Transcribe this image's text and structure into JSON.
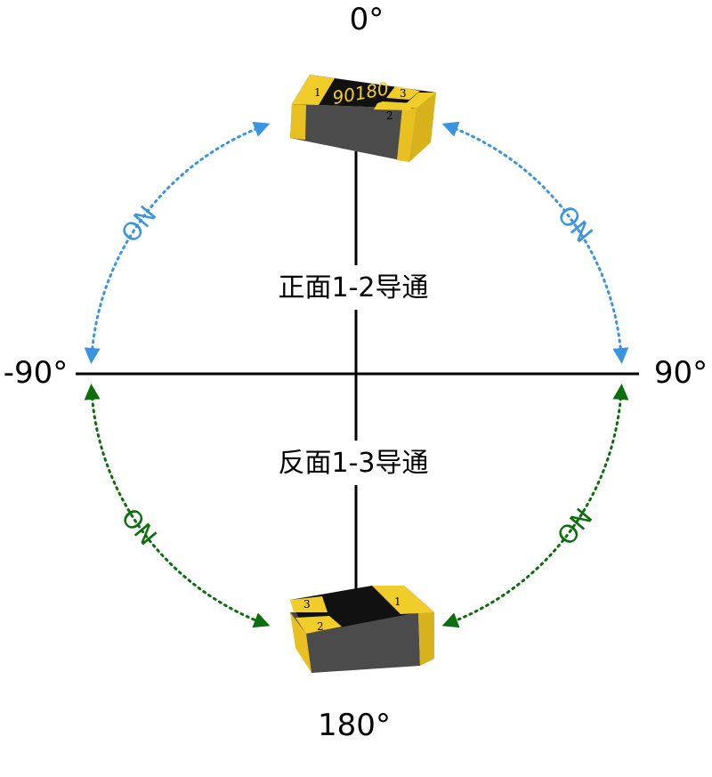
{
  "angles": {
    "top": "0°",
    "right": "90°",
    "left": "-90°",
    "bottom": "180°"
  },
  "captions": {
    "upper": "正面1-2导通",
    "lower": "反面1-3导通"
  },
  "on_labels": {
    "upper_left": "ON",
    "upper_right": "ON",
    "lower_left": "ON",
    "lower_right": "ON"
  },
  "top_component": {
    "marking": "90180",
    "pins": [
      "1",
      "3",
      "2"
    ]
  },
  "bottom_component": {
    "pins": [
      "3",
      "1",
      "2"
    ]
  },
  "colors": {
    "upper_arcs": "#3a95e0",
    "lower_arcs": "#0d6e0d",
    "pad_gold": "#f1cd2c",
    "body_dark": "#111111",
    "body_side": "#4b4b4b",
    "marking_text": "#f5d020",
    "axes": "#000000"
  }
}
